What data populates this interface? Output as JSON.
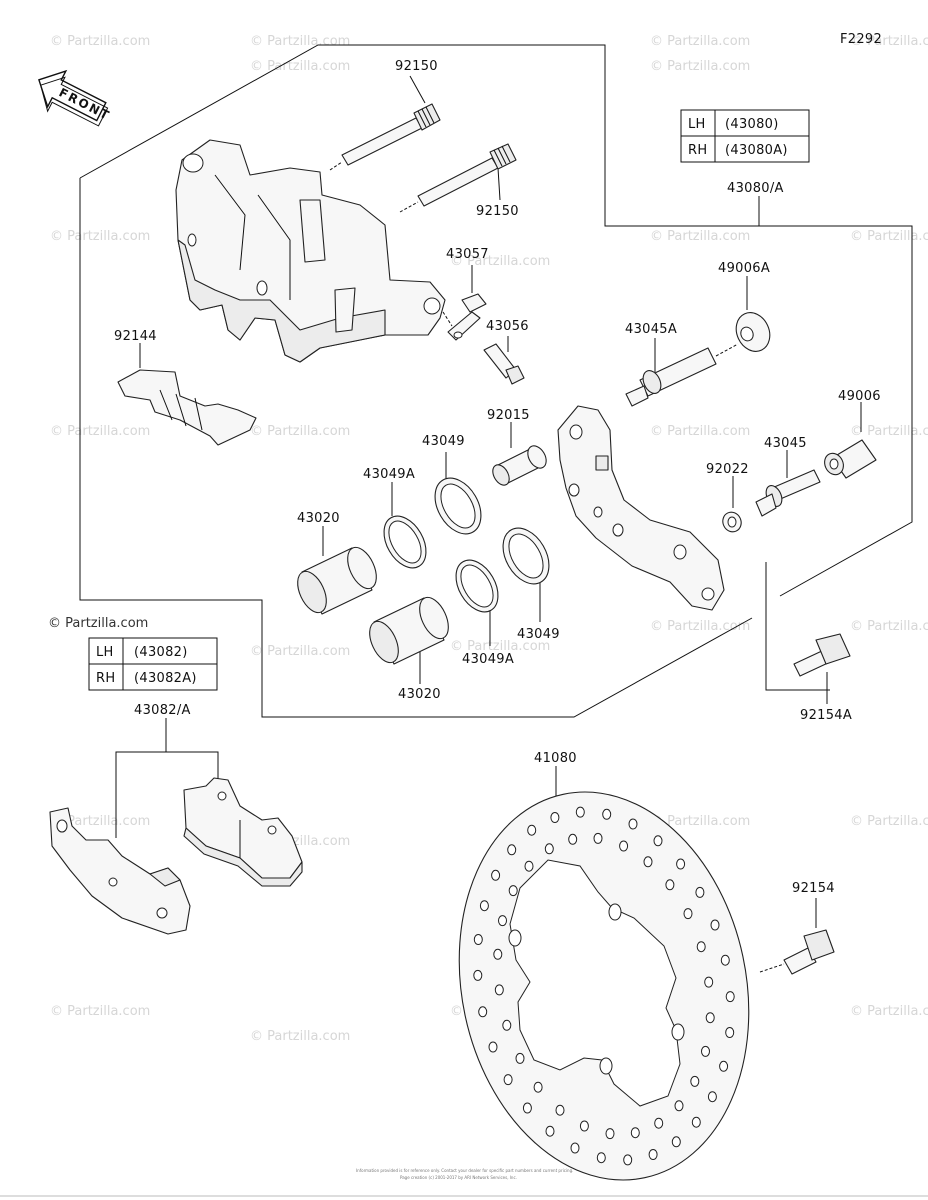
{
  "figure_code": "F2292",
  "front_badge": "FRONT",
  "watermark": "© Partzilla.com",
  "corner_watermark": "© Partzilla.com",
  "caliper_table": {
    "rows": [
      {
        "side": "LH",
        "part": "(43080)"
      },
      {
        "side": "RH",
        "part": "(43080A)"
      }
    ]
  },
  "pad_table": {
    "rows": [
      {
        "side": "LH",
        "part": "(43082)"
      },
      {
        "side": "RH",
        "part": "(43082A)"
      }
    ]
  },
  "part_labels": {
    "bolt_pin_top": "92150",
    "bolt_pin_mid": "92150",
    "bleeder_cap": "43057",
    "bleeder_valve": "43056",
    "pad_spring": "92144",
    "caliper_assy": "43080/A",
    "boot_a": "49006A",
    "holder_pin_a": "43045A",
    "sleeve": "92015",
    "boot": "49006",
    "holder_pin": "43045",
    "ring": "92022",
    "seal_piston_top": "43049",
    "dust_seal_top": "43049A",
    "piston_top": "43020",
    "seal_piston_bottom": "43049",
    "dust_seal_bottom": "43049A",
    "piston_bottom": "43020",
    "caliper_bolt": "92154A",
    "pad_assy": "43082/A",
    "disc": "41080",
    "disc_bolt": "92154"
  },
  "footer": {
    "line1": "Information provided is for reference only. Contact your dealer for specific part numbers and current pricing.",
    "line2": "Page creation (c) 2001-2017 by ARI Network Services, Inc."
  }
}
